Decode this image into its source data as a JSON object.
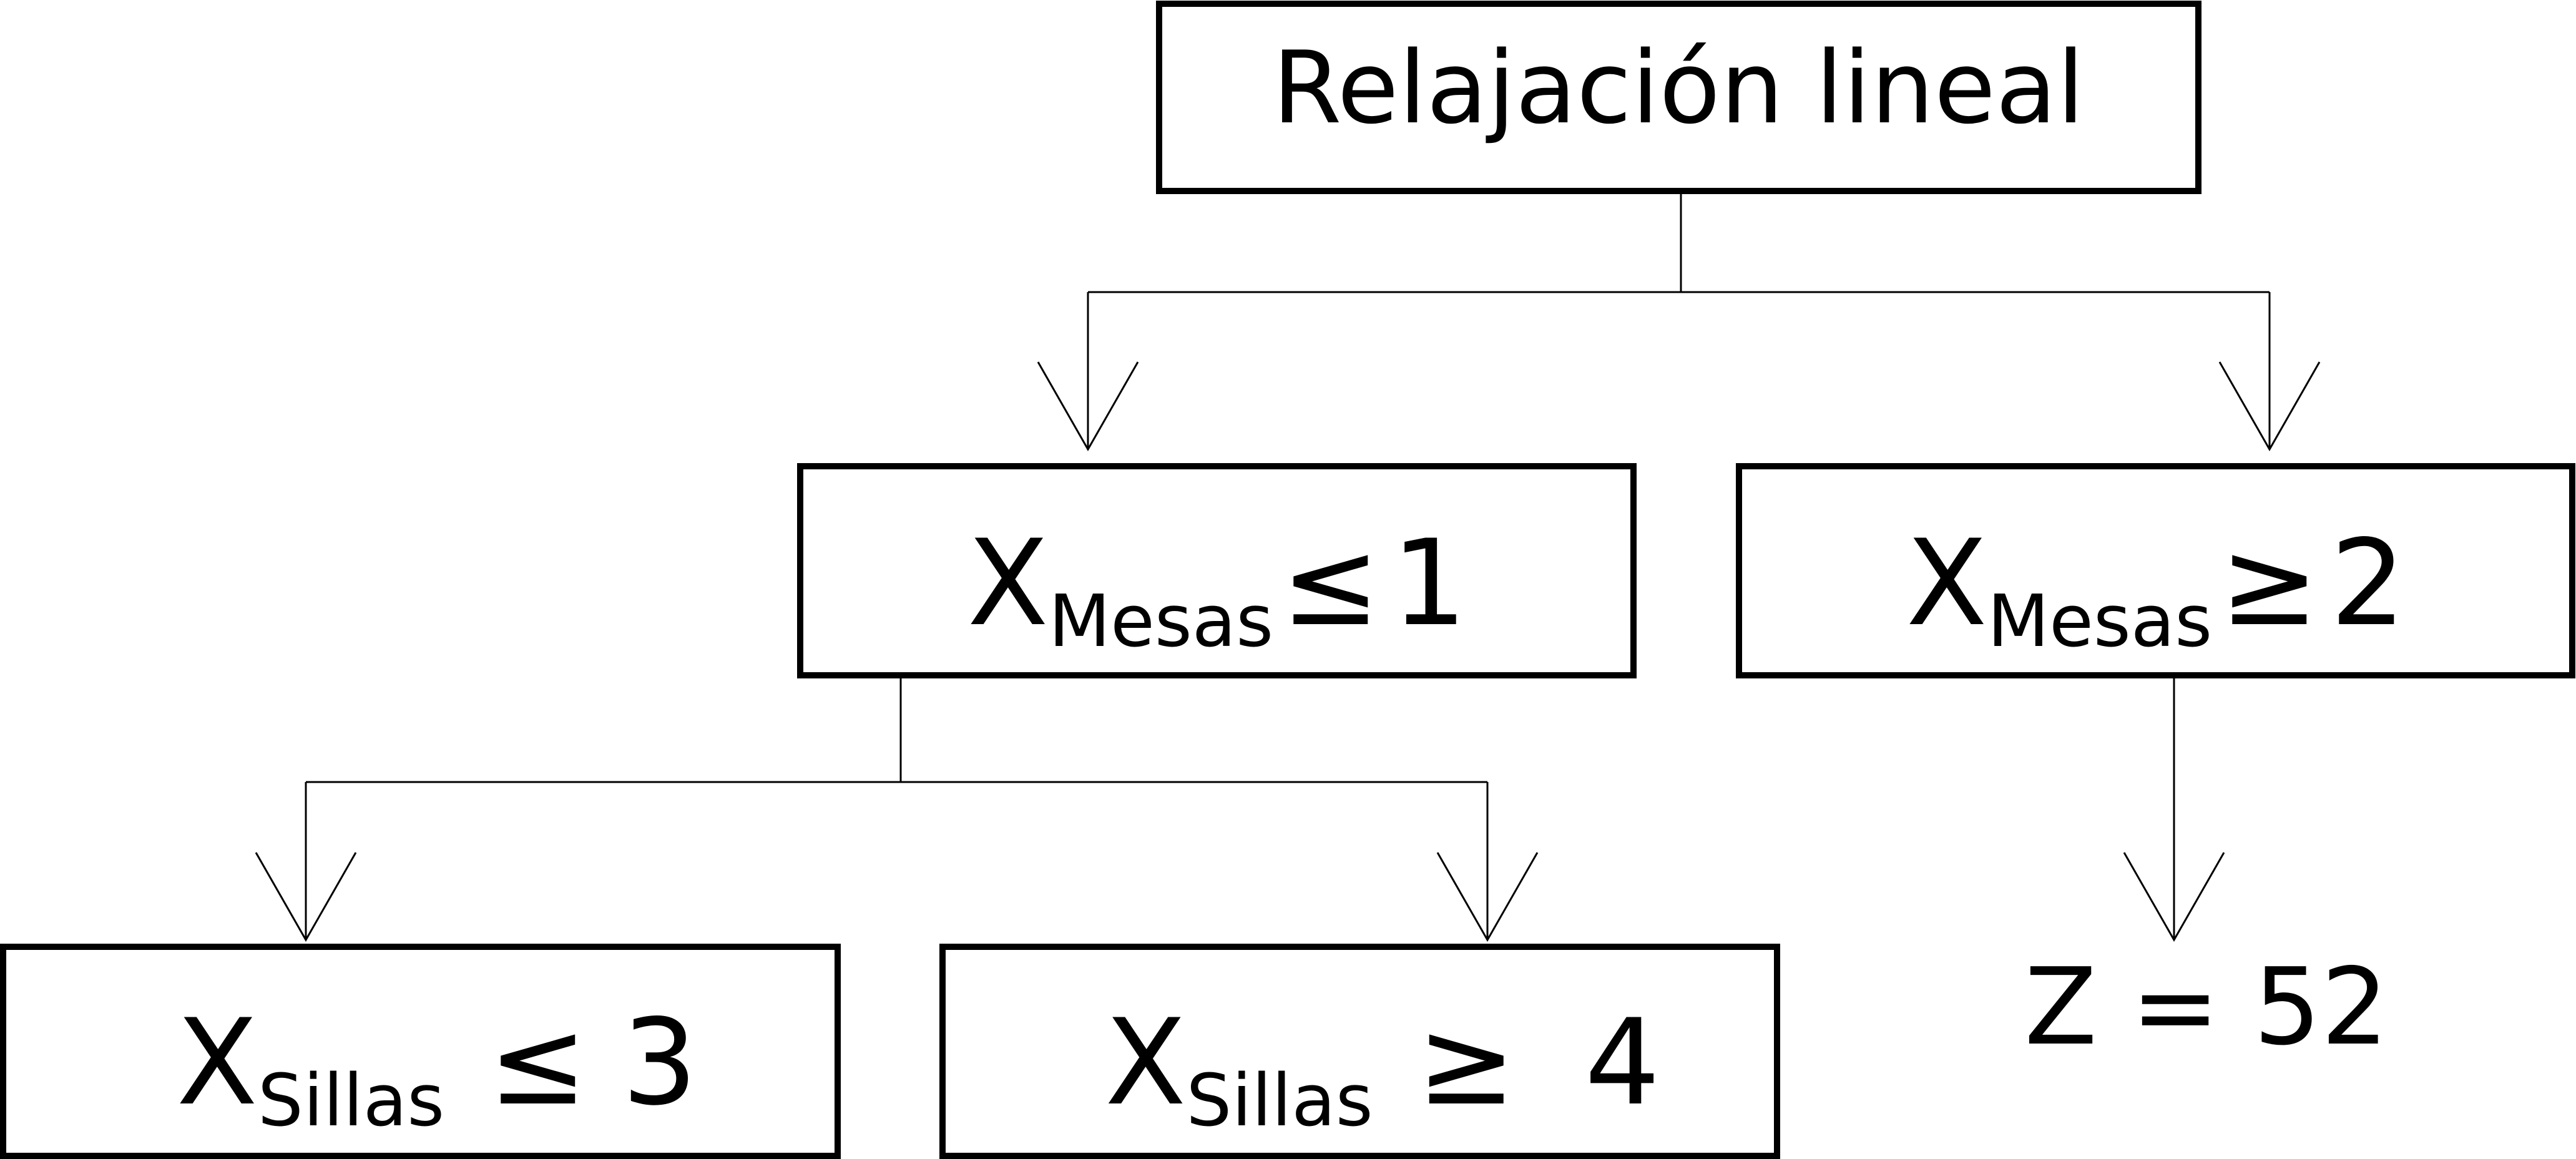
{
  "diagram": {
    "type": "branch-and-bound-tree",
    "root": {
      "label": "Relajación lineal"
    },
    "branches": {
      "left": {
        "variable": "X",
        "subscript": "Mesas",
        "operator": "≤",
        "value": "1"
      },
      "right": {
        "variable": "X",
        "subscript": "Mesas",
        "operator": "≥",
        "value": "2"
      }
    },
    "sub_branches": {
      "left": {
        "variable": "X",
        "subscript": "Sillas",
        "operator": "≤",
        "value": "3"
      },
      "right": {
        "variable": "X",
        "subscript": "Sillas",
        "operator": "≥",
        "value": "4"
      }
    },
    "result": {
      "label": "Z = 52"
    }
  },
  "colors": {
    "line": "#000000",
    "background": "#ffffff"
  }
}
